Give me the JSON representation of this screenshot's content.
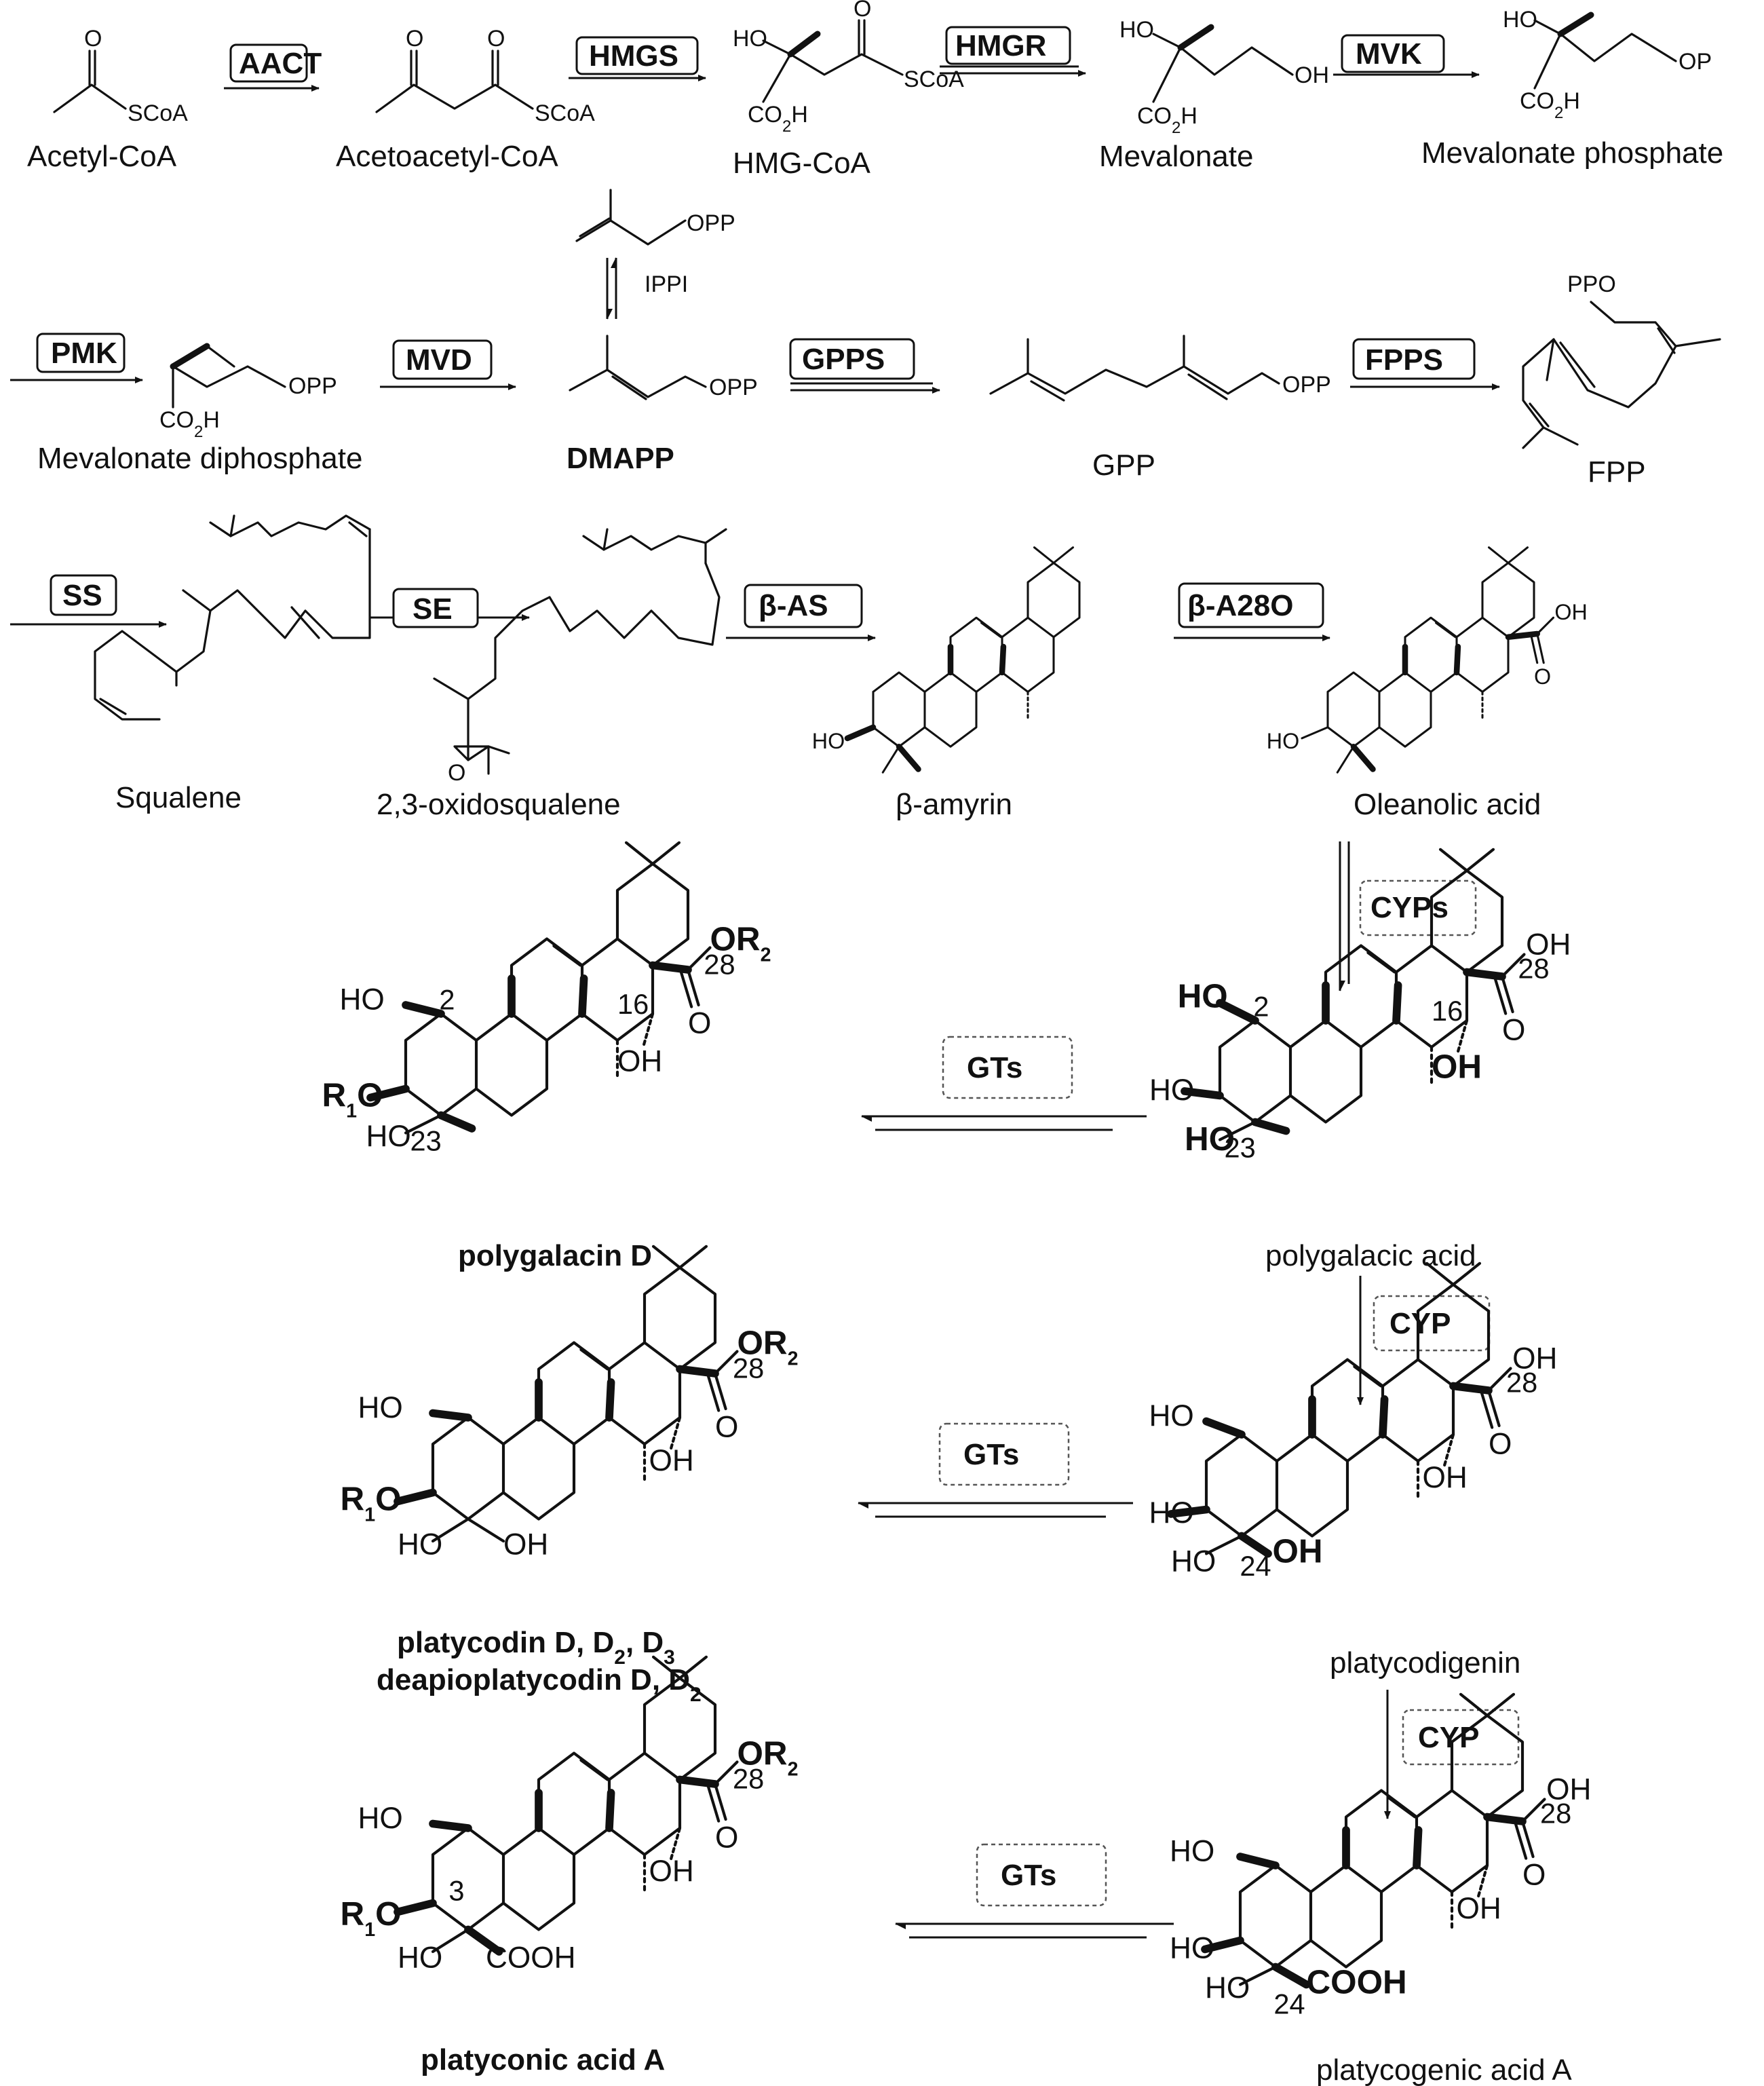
{
  "compounds": {
    "acetyl_coa": "Acetyl-CoA",
    "acetoacetyl_coa": "Acetoacetyl-CoA",
    "hmg_coa": "HMG-CoA",
    "mevalonate": "Mevalonate",
    "mevalonate_phosphate": "Mevalonate phosphate",
    "mevalonate_diphosphate": "Mevalonate diphosphate",
    "dmapp": "DMAPP",
    "gpp": "GPP",
    "fpp": "FPP",
    "squalene": "Squalene",
    "oxidosqualene": "2,3-oxidosqualene",
    "b_amyrin": "β-amyrin",
    "oleanolic_acid": "Oleanolic acid",
    "polygalacin_d": "polygalacin D",
    "polygalacic_acid": "polygalacic acid",
    "platycodin_line1": "platycodin D, D",
    "platycodin_line2": "deapioplatycodin D, D",
    "platycodigenin": "platycodigenin",
    "platyconic_acid": "platyconic acid A",
    "platycogenic_acid": "platycogenic acid A"
  },
  "enzymes": {
    "aact": "AACT",
    "hmgs": "HMGS",
    "hmgr": "HMGR",
    "mvk": "MVK",
    "pmk": "PMK",
    "mvd": "MVD",
    "gpps": "GPPS",
    "fpps": "FPPS",
    "ss": "SS",
    "se": "SE",
    "bas": "β-AS",
    "ba28o": "β-A28O",
    "cyps": "CYPs",
    "cyp": "CYP",
    "gts": "GTs",
    "ippi": "IPPI"
  },
  "atoms": {
    "o": "O",
    "scoa": "SCoA",
    "ho": "HO",
    "oh": "OH",
    "co2h": "CO",
    "h": "H",
    "op": "OP",
    "opp": "OPP",
    "ppo": "PPO",
    "or": "OR",
    "r": "R",
    "cooh": "COOH"
  },
  "subscripts": {
    "s1": "1",
    "s2": "2",
    "s3": "3"
  },
  "numbers": {
    "n2": "2",
    "n3": "3",
    "n16": "16",
    "n23": "23",
    "n24": "24",
    "n28": "28"
  },
  "icons": [
    "arrow-right",
    "equilibrium-arrows",
    "wedge-bond",
    "hash-bond"
  ]
}
